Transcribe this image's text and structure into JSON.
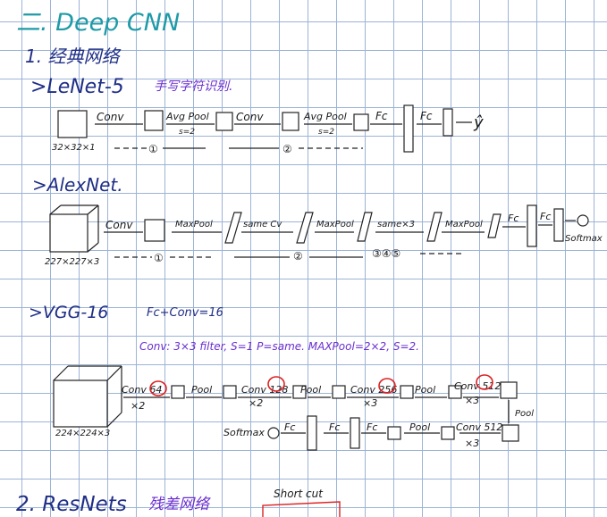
{
  "colors": {
    "heading_teal": "#1f9aa7",
    "heading_blue": "#1f2e86",
    "annotation_purple": "#6a2fd0",
    "circle_red": "#d22222",
    "grid_blue": "#9db3d6"
  },
  "title": "二. Deep CNN",
  "subtitle": "1. 经典网络",
  "lenet": {
    "heading": ">LeNet-5",
    "note": "手写字符识别.",
    "input_label": "32×32×1",
    "ops": [
      "Conv",
      "Avg Pool",
      "Conv",
      "Avg Pool",
      "Fc",
      "Fc"
    ],
    "pool_size": "s=2",
    "output": "ŷ",
    "markers": [
      "①",
      "②"
    ]
  },
  "alexnet": {
    "heading": ">AlexNet.",
    "input_label": "227×227×3",
    "ops": [
      "Conv",
      "MaxPool",
      "same Cv",
      "MaxPool",
      "same×3",
      "MaxPool",
      "Fc",
      "Fc"
    ],
    "softmax": "Softmax",
    "markers": [
      "①",
      "②",
      "③④⑤"
    ]
  },
  "vgg": {
    "heading": ">VGG-16",
    "formula": "Fc+Conv=16",
    "note": "Conv: 3×3 filter, S=1 P=same.  MAXPool=2×2, S=2.",
    "input_label": "224×224×3",
    "row1": [
      "Conv 64",
      "Pool",
      "Conv 128",
      "Pool",
      "Conv 256",
      "Pool",
      "Conv 512"
    ],
    "row1_mult": [
      "×2",
      "×2",
      "×3",
      "×3"
    ],
    "row2": [
      "Softmax",
      "Fc",
      "Fc",
      "Fc",
      "Pool",
      "Conv 512"
    ],
    "row2_mult": "×3",
    "pool_down": "Pool"
  },
  "resnet": {
    "heading": "2. ResNets",
    "note": "残差网络",
    "shortcut": "Short cut"
  }
}
